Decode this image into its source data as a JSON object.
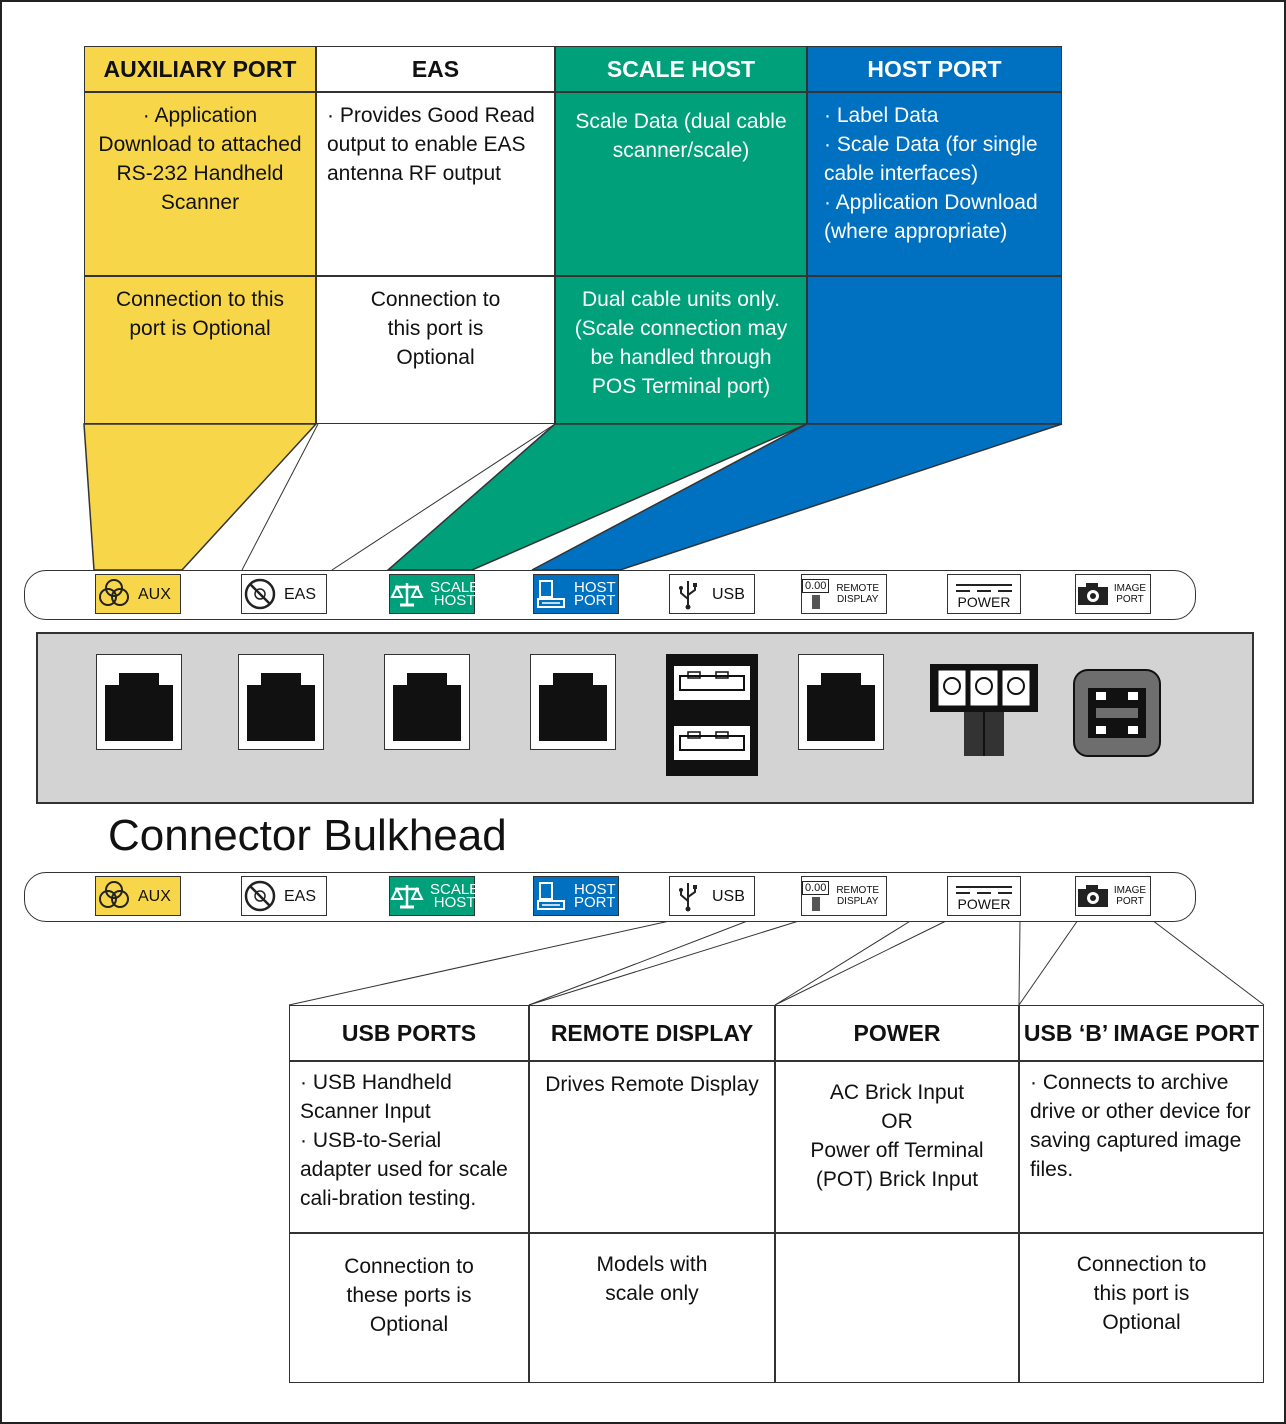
{
  "diagram_title": "Connector Bulkhead",
  "colors": {
    "aux": "#f7d64a",
    "scale": "#00a07a",
    "host": "#0070c0",
    "panel": "#d3d3d3"
  },
  "top_table": {
    "columns": [
      {
        "header": "AUXILIARY PORT",
        "description": "· Application Download to attached RS-232 Handheld Scanner",
        "note": "Connection to this port is Optional"
      },
      {
        "header": "EAS",
        "description": "· Provides Good Read output to enable EAS antenna RF output",
        "note": "Connection to this port is Optional"
      },
      {
        "header": "SCALE HOST",
        "description": "Scale Data (dual cable scanner/scale)",
        "note": "Dual cable units only. (Scale connection may be handled through POS Terminal port)"
      },
      {
        "header": "HOST PORT",
        "description": "· Label Data\n· Scale Data (for single cable interfaces)\n· Application Download (where appropriate)",
        "note": ""
      }
    ]
  },
  "port_strip": {
    "labels": [
      {
        "text": "AUX",
        "icon": "aux-icon"
      },
      {
        "text": "EAS",
        "icon": "eas-icon"
      },
      {
        "text": "SCALE HOST",
        "icon": "scale-icon"
      },
      {
        "text": "HOST PORT",
        "icon": "host-icon"
      },
      {
        "text": "USB",
        "icon": "usb-icon"
      },
      {
        "text": "REMOTE DISPLAY",
        "display_value": "0.00",
        "icon": "remote-display-icon"
      },
      {
        "text": "POWER",
        "icon": "power-icon"
      },
      {
        "text": "IMAGE PORT",
        "icon": "camera-icon"
      }
    ]
  },
  "bottom_table": {
    "columns": [
      {
        "header": "USB PORTS",
        "description": "· USB Handheld Scanner Input\n· USB-to-Serial adapter used for scale cali-bration testing.",
        "note": "Connection to these ports is Optional"
      },
      {
        "header": "REMOTE DISPLAY",
        "description": "Drives Remote Display",
        "note": "Models with scale only"
      },
      {
        "header": "POWER",
        "description": "AC Brick Input\nOR\nPower off Terminal (POT) Brick Input",
        "note": ""
      },
      {
        "header": "USB ‘B’ IMAGE PORT",
        "description": "· Connects to archive drive or other device for saving captured image files.",
        "note": "Connection to this port is Optional"
      }
    ]
  }
}
